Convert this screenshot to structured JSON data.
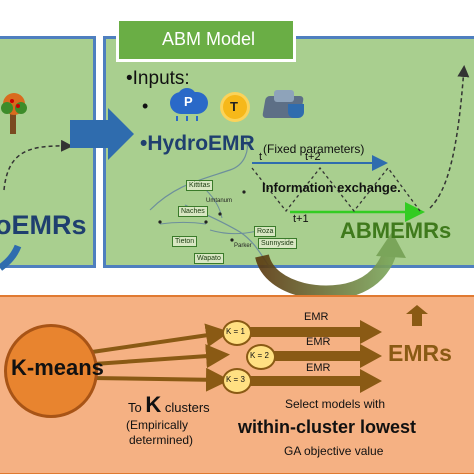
{
  "top_panel": {
    "left_label_partial": "oEMRs",
    "abm_title": "ABM Model",
    "inputs_label": "•Inputs:",
    "icon_p_letter": "P",
    "icon_t_letter": "T",
    "hydroemr_label": "•HydroEMR",
    "fixed_params": "(Fixed parameters)",
    "t_label": "t",
    "t2_label": "t+2",
    "t1_label": "t+1",
    "info_exchange": "Information exchange.",
    "abmemrs_label": "ABMEMRs",
    "map_labels": [
      "Kittitas",
      "Naches",
      "Roza",
      "Sunnyside",
      "Tieton",
      "Wapato"
    ],
    "map_small_labels": [
      "Umtanum",
      "Parker"
    ]
  },
  "bottom_panel": {
    "kmeans_label": "K-means",
    "to_k_prefix": "To",
    "to_k_letter": "K",
    "to_k_suffix": "clusters",
    "empirically": "(Empirically",
    "determined": "determined)",
    "k_labels": [
      "K = 1",
      "K = 2",
      "K = 3"
    ],
    "emr_labels": [
      "EMR",
      "EMR",
      "EMR"
    ],
    "emrs_label": "EMRs",
    "select_line1": "Select models with",
    "select_line2": "within-cluster lowest",
    "select_line3": "GA objective value"
  },
  "colors": {
    "top_bg": "#a9cf8f",
    "top_border": "#4e7fbf",
    "abm_header": "#6aae45",
    "bottom_bg": "#f5b183",
    "bottom_border": "#e07a31",
    "kmeans_circle": "#e8842f",
    "k_circle": "#ffe082",
    "brown_arrow": "#8a5a14",
    "blue_arrow": "#2f6cae",
    "green_arrow": "#33cc22",
    "abmemrs_text": "#3f7a1c"
  }
}
